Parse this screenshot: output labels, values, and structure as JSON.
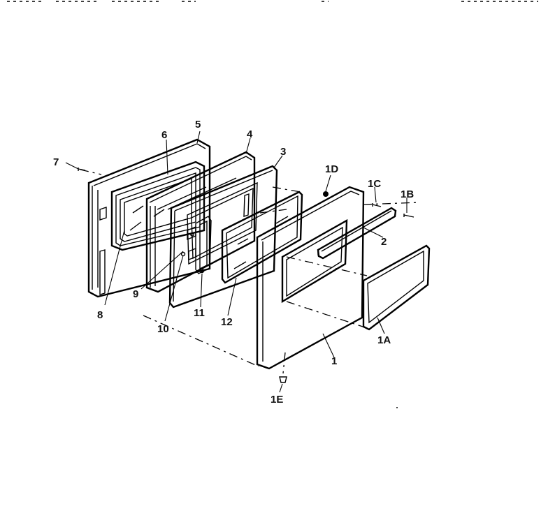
{
  "diagram": {
    "labels": {
      "p1": "1",
      "p1A": "1A",
      "p1B": "1B",
      "p1C": "1C",
      "p1D": "1D",
      "p1E": "1E",
      "p2": "2",
      "p3": "3",
      "p4": "4",
      "p5": "5",
      "p6": "6",
      "p7": "7",
      "p8": "8",
      "p9": "9",
      "p10": "10",
      "p11": "11",
      "p12": "12"
    }
  }
}
